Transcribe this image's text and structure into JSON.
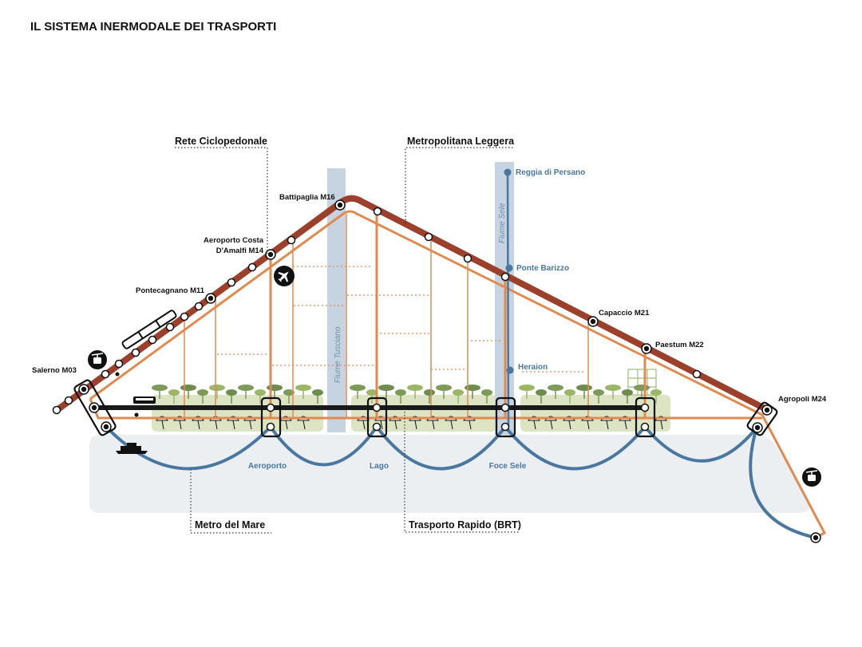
{
  "title": "IL SISTEMA INERMODALE DEI TRASPORTI",
  "callouts": {
    "cycle": "Rete Ciclopedonale",
    "light_rail": "Metropolitana Leggera",
    "sea_metro": "Metro del Mare",
    "brt": "Trasporto Rapido (BRT)"
  },
  "metro_stations": {
    "salerno": "Salerno M03",
    "pontecagnano": "Pontecagnano M11",
    "aeroporto_1": "Aeroporto Costa",
    "aeroporto_2": "D'Amalfi M14",
    "battipaglia": "Battipaglia M16",
    "capaccio": "Capaccio M21",
    "paestum": "Paestum M22",
    "agropoli": "Agropoli M24"
  },
  "light_rail_stations": {
    "reggia": "Reggia di Persano",
    "ponte": "Ponte Barizzo",
    "heraion": "Heraion"
  },
  "sea_stops": {
    "aeroporto": "Aeroporto",
    "lago": "Lago",
    "foce": "Foce Sele"
  },
  "rivers": {
    "tusciano": "Fiume Tusciano",
    "sele": "Fiume Sele"
  },
  "colors": {
    "metro": "#9c3f2b",
    "cycle": "#e08a50",
    "light_rail": "#4a77a0",
    "brt": "#1a1a1a",
    "river": "#c5d4e0",
    "sea": "#eceff2",
    "green": "#dde4c4"
  }
}
